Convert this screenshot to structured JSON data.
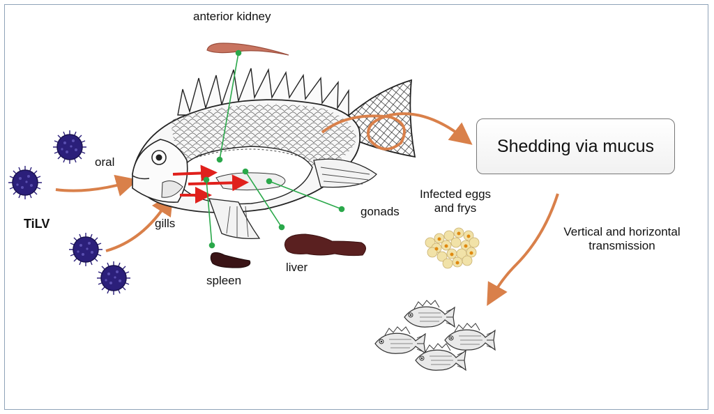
{
  "labels": {
    "anterior_kidney": "anterior kidney",
    "oral": "oral",
    "gills": "gills",
    "virus": "TiLV",
    "spleen": "spleen",
    "liver": "liver",
    "gonads": "gonads",
    "infected_eggs_line1": "Infected eggs",
    "infected_eggs_line2": "and frys",
    "transmission_line1": "Vertical and horizontal",
    "transmission_line2": "transmission",
    "shedding": "Shedding via mucus"
  },
  "colors": {
    "arrow": "#d9804a",
    "pointer": "#2aa84a",
    "virus": "#2b1f7a",
    "infection_arrow": "#e0201c",
    "organ_dark": "#3a1416",
    "organ_liver": "#5a2020",
    "kidney": "#c87460",
    "egg": "#f1e2a8",
    "egg_spot": "#e08a10",
    "border": "#8ea3b8"
  }
}
